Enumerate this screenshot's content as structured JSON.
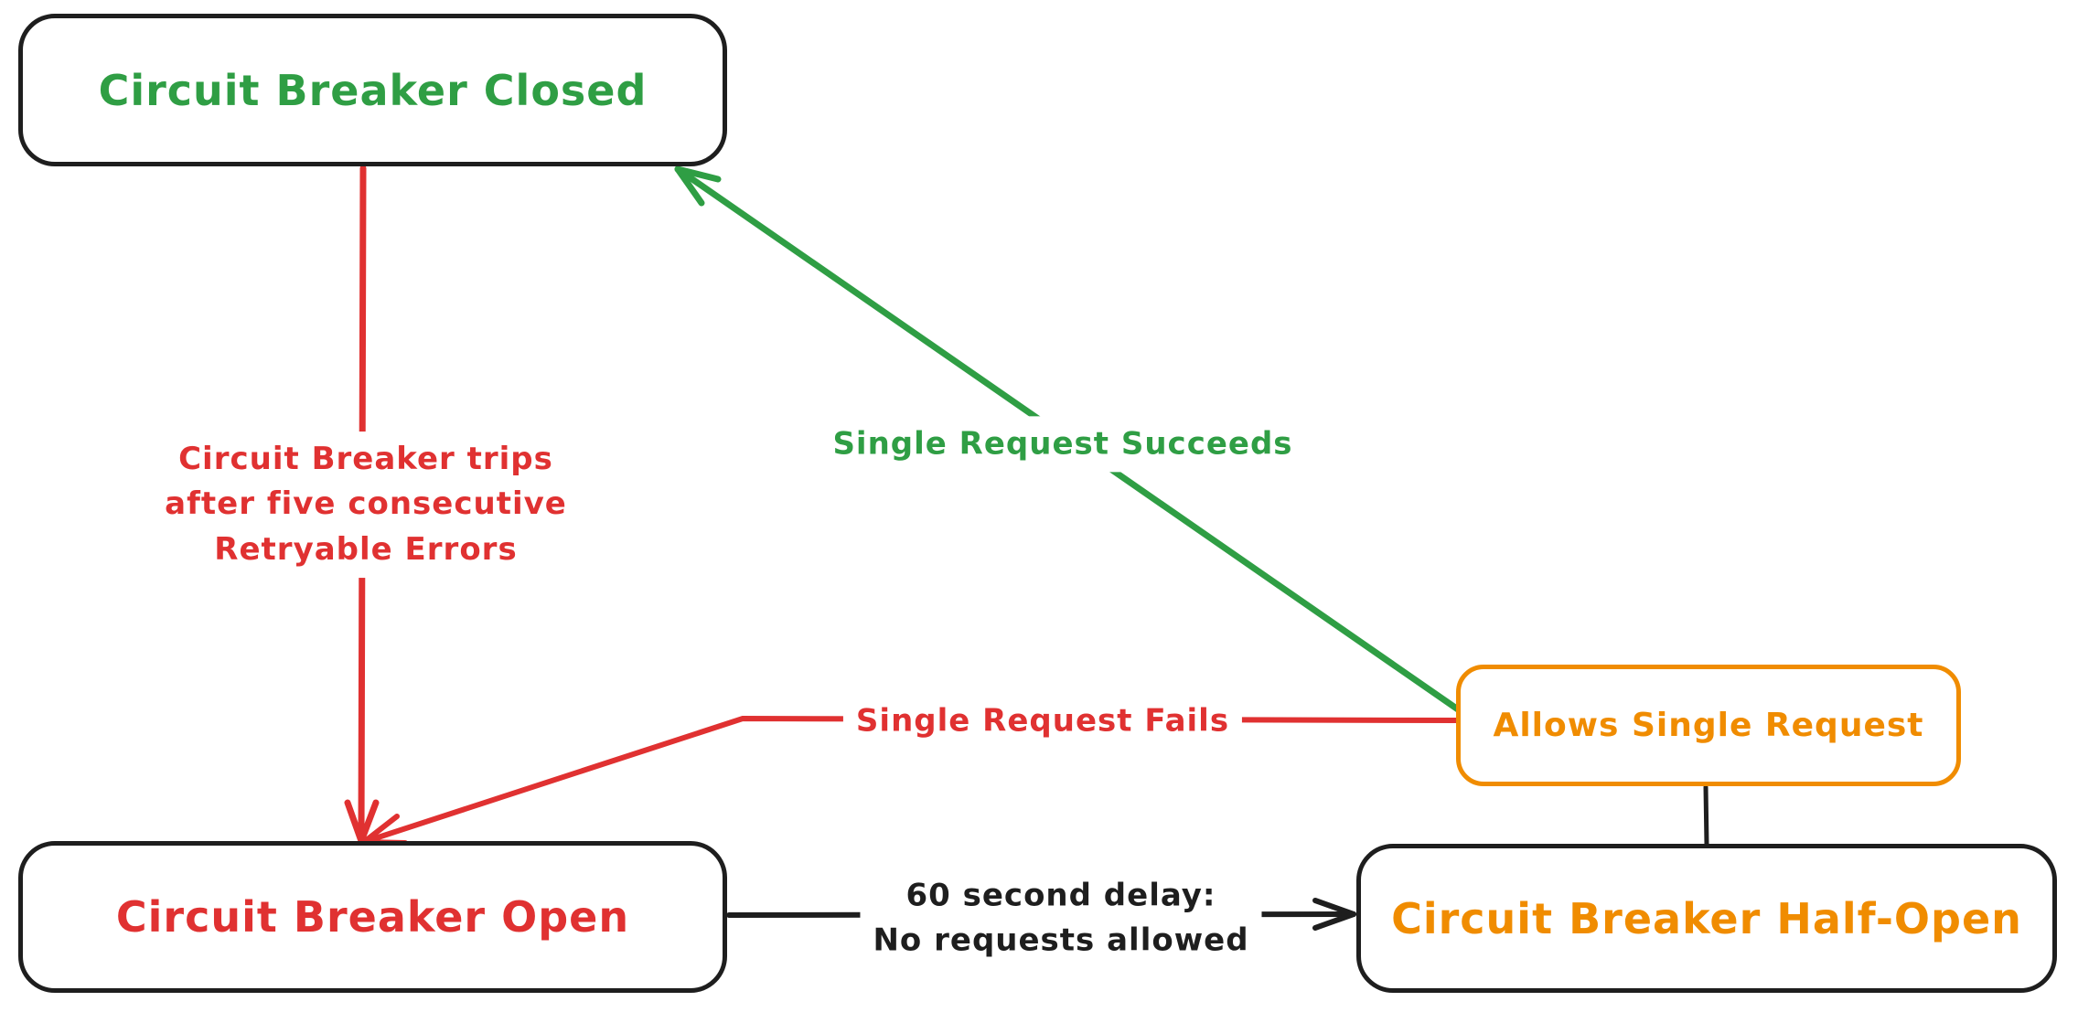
{
  "diagram": {
    "type": "state-diagram",
    "subject": "Circuit Breaker pattern",
    "background": "#ffffff",
    "colors": {
      "green": "#2f9e44",
      "red": "#e03131",
      "orange": "#f08c00",
      "black": "#1e1e1e"
    },
    "nodes": {
      "closed": {
        "label": "Circuit Breaker Closed",
        "text_color": "#2f9e44",
        "border_color": "#1e1e1e"
      },
      "open": {
        "label": "Circuit Breaker Open",
        "text_color": "#e03131",
        "border_color": "#1e1e1e"
      },
      "half_open": {
        "label": "Circuit Breaker Half-Open",
        "text_color": "#f08c00",
        "border_color": "#1e1e1e"
      },
      "allows_single": {
        "label": "Allows Single Request",
        "text_color": "#f08c00",
        "border_color": "#f08c00"
      }
    },
    "edges": {
      "trips": {
        "from": "closed",
        "to": "open",
        "color": "#e03131",
        "arrowhead": "end",
        "label_lines": [
          "Circuit Breaker trips",
          "after five consecutive",
          "Retryable Errors"
        ]
      },
      "succeeds": {
        "from": "allows_single",
        "to": "closed",
        "color": "#2f9e44",
        "arrowhead": "end",
        "label": "Single Request Succeeds"
      },
      "fails": {
        "from": "allows_single",
        "to": "open",
        "color": "#e03131",
        "arrowhead": "end",
        "label": "Single Request Fails"
      },
      "delay": {
        "from": "open",
        "to": "half_open",
        "color": "#1e1e1e",
        "arrowhead": "end",
        "label_lines": [
          "60 second delay:",
          "No requests allowed"
        ]
      },
      "connector": {
        "from": "half_open",
        "to": "allows_single",
        "color": "#1e1e1e",
        "arrowhead": "none",
        "label": ""
      }
    }
  }
}
